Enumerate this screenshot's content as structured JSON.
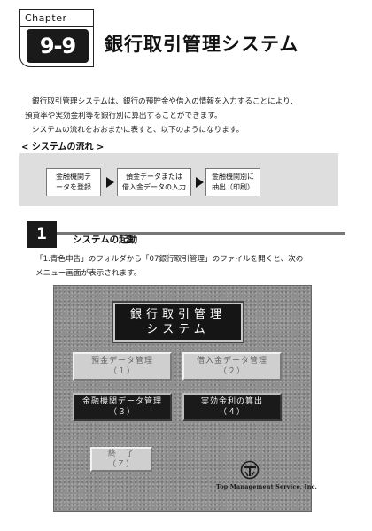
{
  "chapter": {
    "label": "Chapter",
    "number": "9-9",
    "title": "銀行取引管理システム"
  },
  "intro": [
    "銀行取引管理システムは、銀行の預貯金や借入の情報を入力することにより、",
    "預貸率や実効金利等を銀行別に算出することができます。",
    "システムの流れをおおまかに表すと、以下のようになります。"
  ],
  "flow": {
    "heading": "< システムの流れ >",
    "steps": [
      {
        "line1": "金融機関デ",
        "line2": "ータを登録"
      },
      {
        "line1": "預金データまたは",
        "line2": "借入金データの入力"
      },
      {
        "line1": "金融機関別に",
        "line2": "抽出（印刷）"
      }
    ]
  },
  "section": {
    "number": "1",
    "title": "システムの起動",
    "text": [
      "「1.青色申告」のフォルダから「07銀行取引管理」のファイルを開くと、次の",
      "メニュー画面が表示されます。"
    ]
  },
  "menu": {
    "title_line1": "銀行取引管理",
    "title_line2": "システム",
    "buttons": {
      "deposit": {
        "label": "預金データ管理",
        "key": "（１）"
      },
      "loan": {
        "label": "借入金データ管理",
        "key": "（２）"
      },
      "bank": {
        "label": "金融機関データ管理",
        "key": "（３）"
      },
      "rate": {
        "label": "実効金利の算出",
        "key": "（４）"
      },
      "exit": {
        "label": "終　了",
        "key": "（Ｚ）"
      }
    },
    "company": "Top Management Service, Inc."
  },
  "colors": {
    "ink": "#111111",
    "band": "#dedede",
    "menu_bg": "#8f8f8f",
    "dark_button": "#1a1a1a",
    "light_button": "#cfcfcf"
  }
}
